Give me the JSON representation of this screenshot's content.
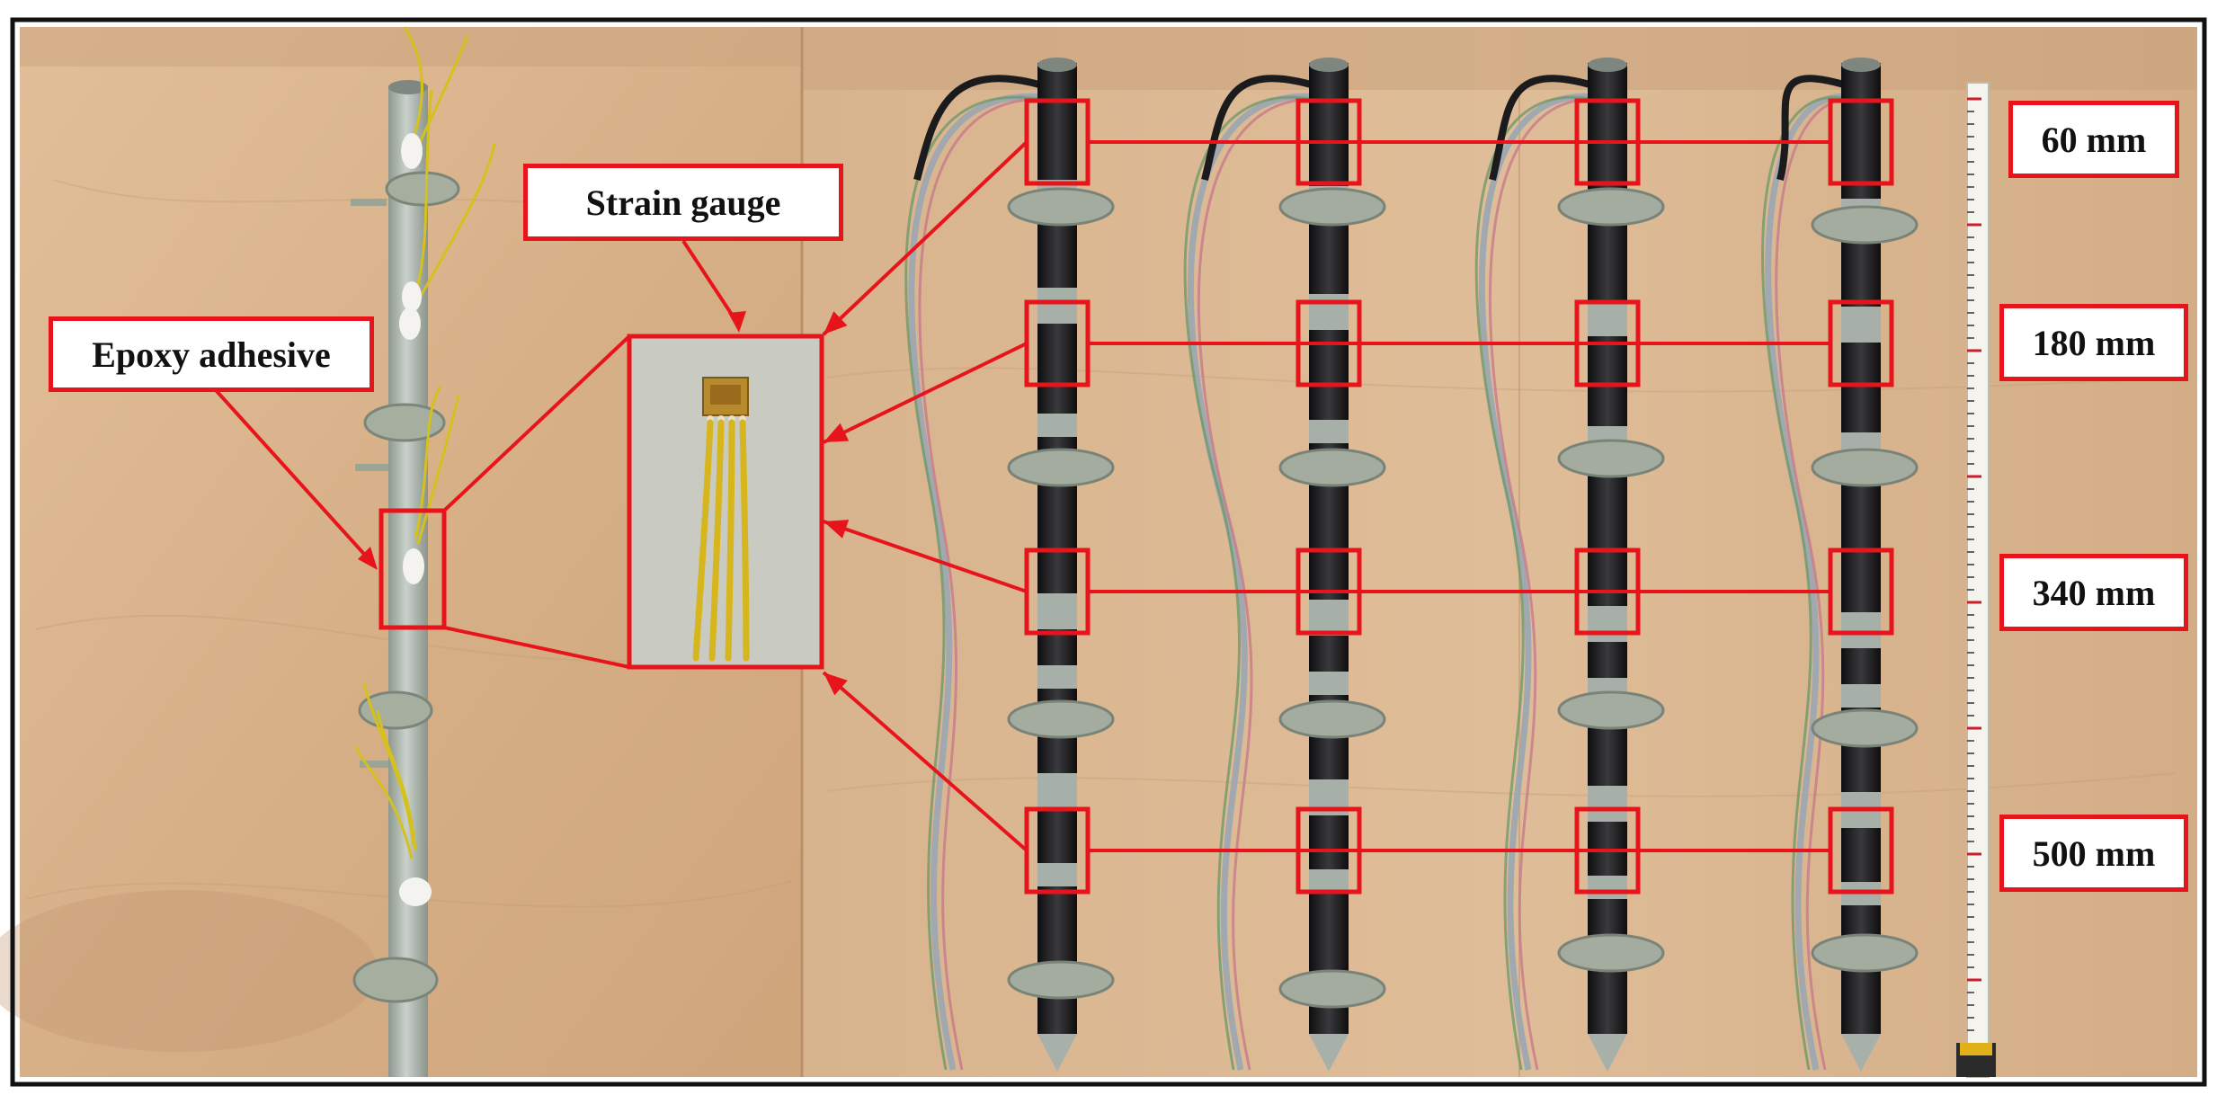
{
  "labels": {
    "strain_gauge": "Strain gauge",
    "epoxy_adhesive": "Epoxy adhesive",
    "depths": [
      "60 mm",
      "180 mm",
      "340 mm",
      "500 mm"
    ]
  },
  "colors": {
    "annotation_red": "#e8141b",
    "wood": "#d9b48c",
    "pipe": "#a9b3ab",
    "tape": "#1c1c1e",
    "wire": "#d9c21a"
  }
}
